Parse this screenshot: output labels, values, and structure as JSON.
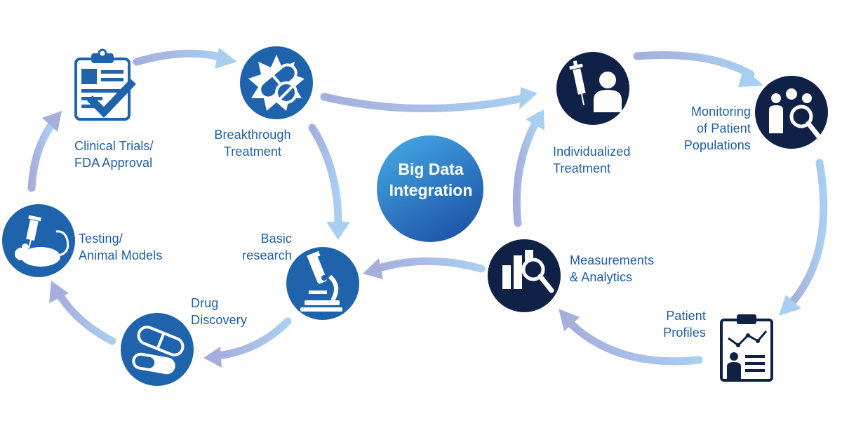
{
  "colors": {
    "blue": "#1f63ad",
    "navy": "#0f2147",
    "label": "#1f5da6",
    "arrow_start": "#a6aedd",
    "arrow_end": "#a9cff0",
    "center_start": "#43a6e2",
    "center_end": "#1c51a6"
  },
  "center": {
    "label": "Big Data\nIntegration"
  },
  "nodes": [
    {
      "id": "clinical",
      "icon": "clipboard-check-icon",
      "label": "Clinical Trials/\nFDA Approval"
    },
    {
      "id": "breakthrough",
      "icon": "pills-burst-icon",
      "label": "Breakthrough\nTreatment"
    },
    {
      "id": "testing",
      "icon": "mouse-syringe-icon",
      "label": "Testing/\nAnimal Models"
    },
    {
      "id": "drug",
      "icon": "capsules-icon",
      "label": "Drug\nDiscovery"
    },
    {
      "id": "basic",
      "icon": "microscope-icon",
      "label": "Basic\nresearch"
    },
    {
      "id": "individualized",
      "icon": "syringe-person-icon",
      "label": "Individualized\nTreatment"
    },
    {
      "id": "monitoring",
      "icon": "people-magnifier-icon",
      "label": "Monitoring\nof Patient\nPopulations"
    },
    {
      "id": "measurements",
      "icon": "chart-magnifier-icon",
      "label": "Measurements\n& Analytics"
    },
    {
      "id": "profiles",
      "icon": "clipboard-chart-icon",
      "label": "Patient\nProfiles"
    }
  ]
}
